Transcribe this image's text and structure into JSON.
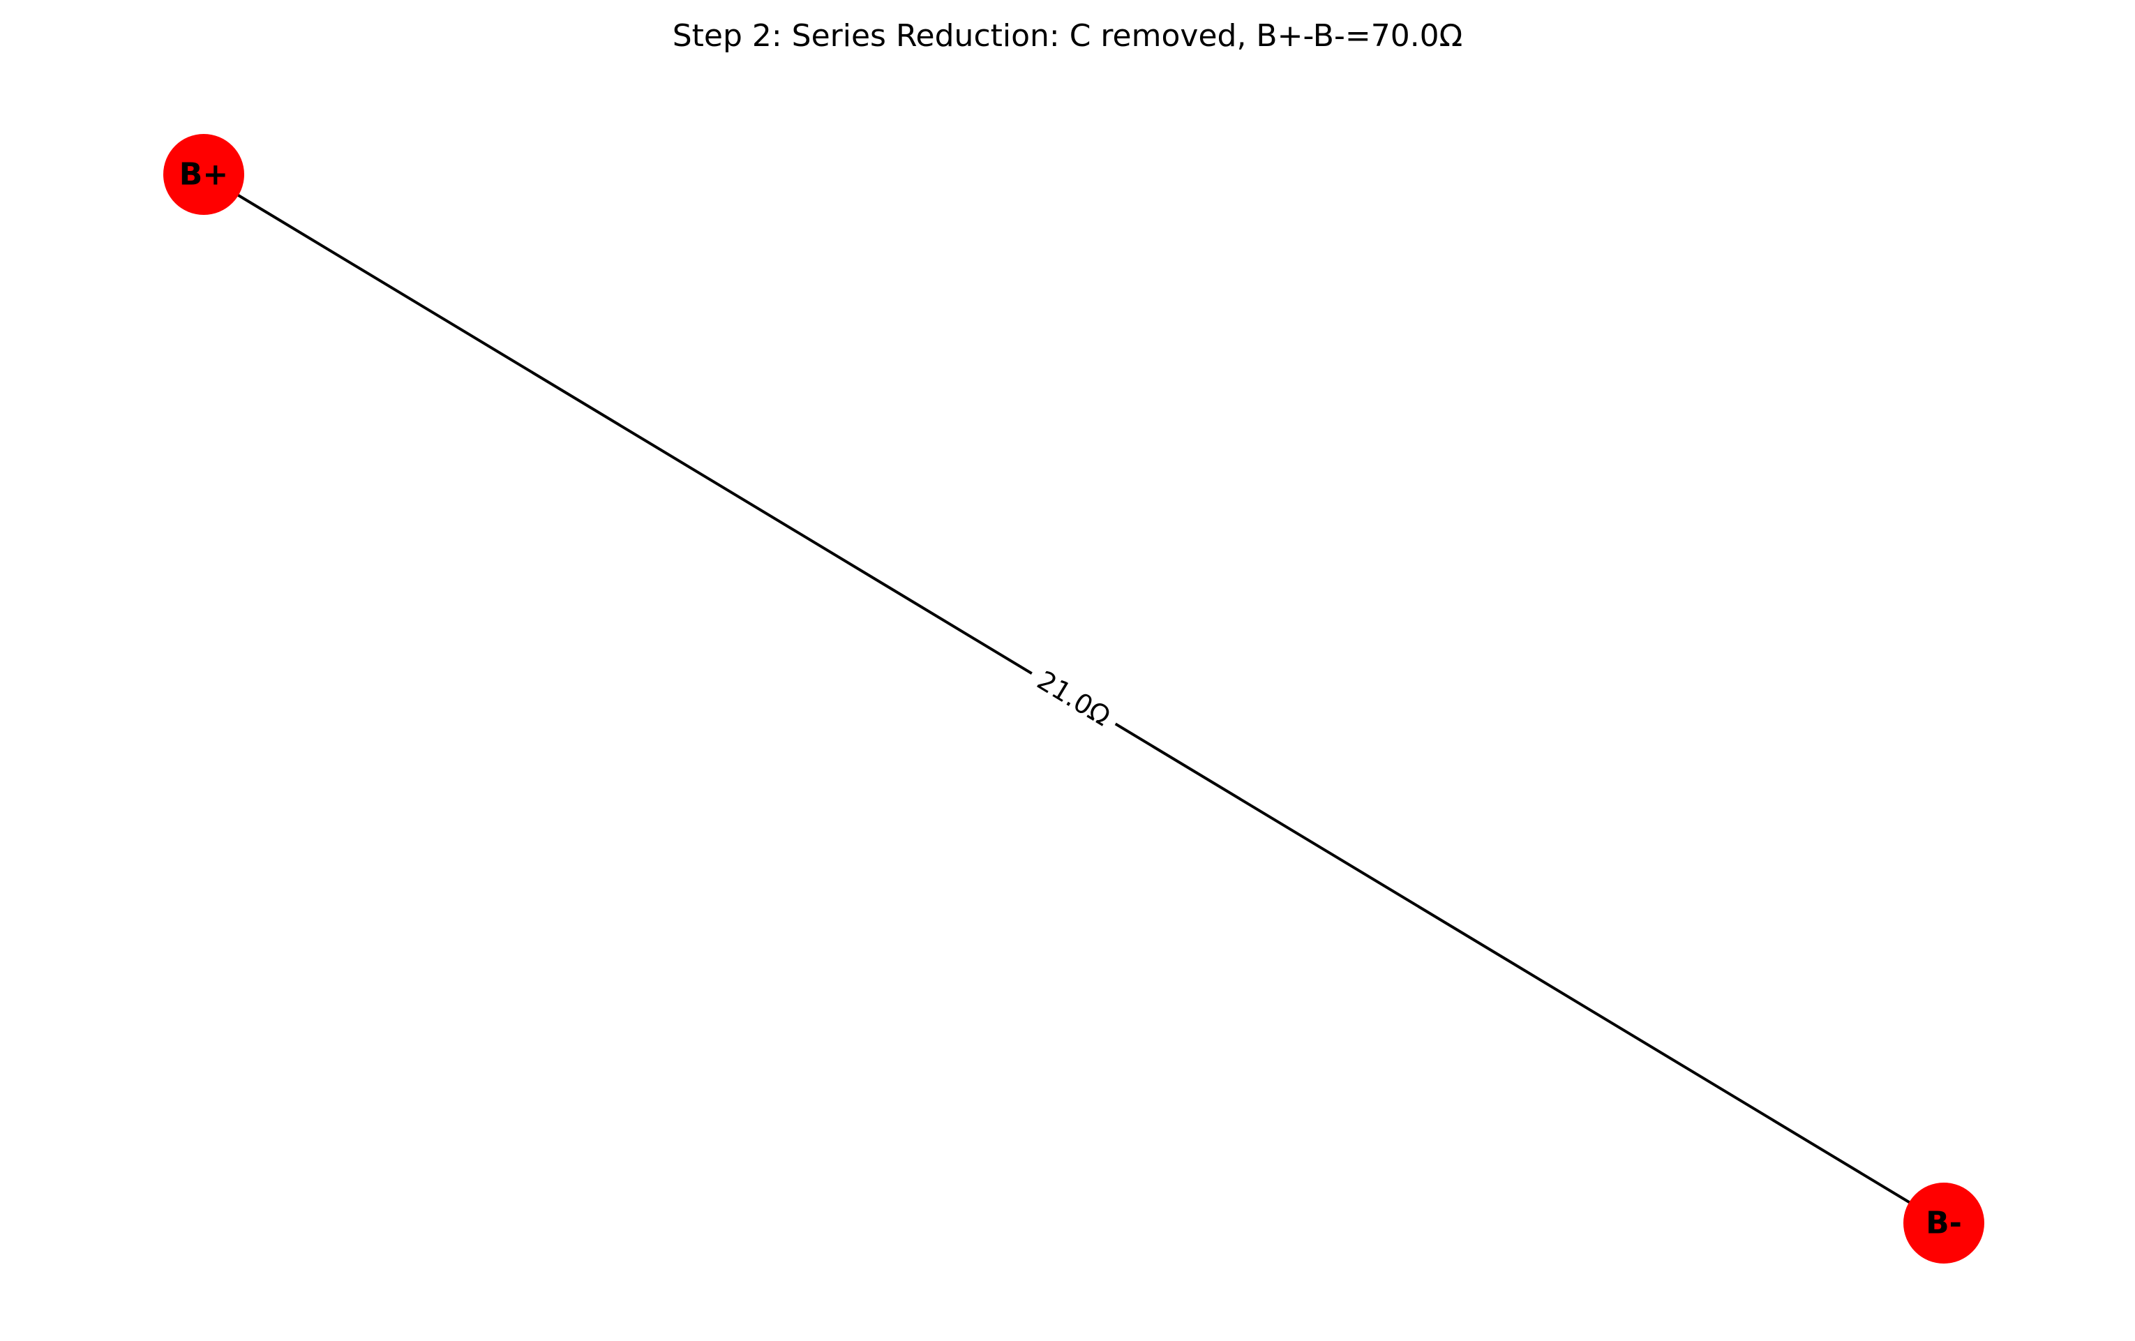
{
  "title": "Step 2: Series Reduction: C removed, B+-B-=70.0Ω",
  "colors": {
    "node_fill": "#ff0000",
    "edge": "#000000",
    "text": "#000000",
    "background": "#ffffff"
  },
  "nodes": [
    {
      "id": "B+",
      "label": "B+"
    },
    {
      "id": "B-",
      "label": "B-"
    }
  ],
  "edges": [
    {
      "source": "B+",
      "target": "B-",
      "label": "21.0Ω"
    }
  ]
}
